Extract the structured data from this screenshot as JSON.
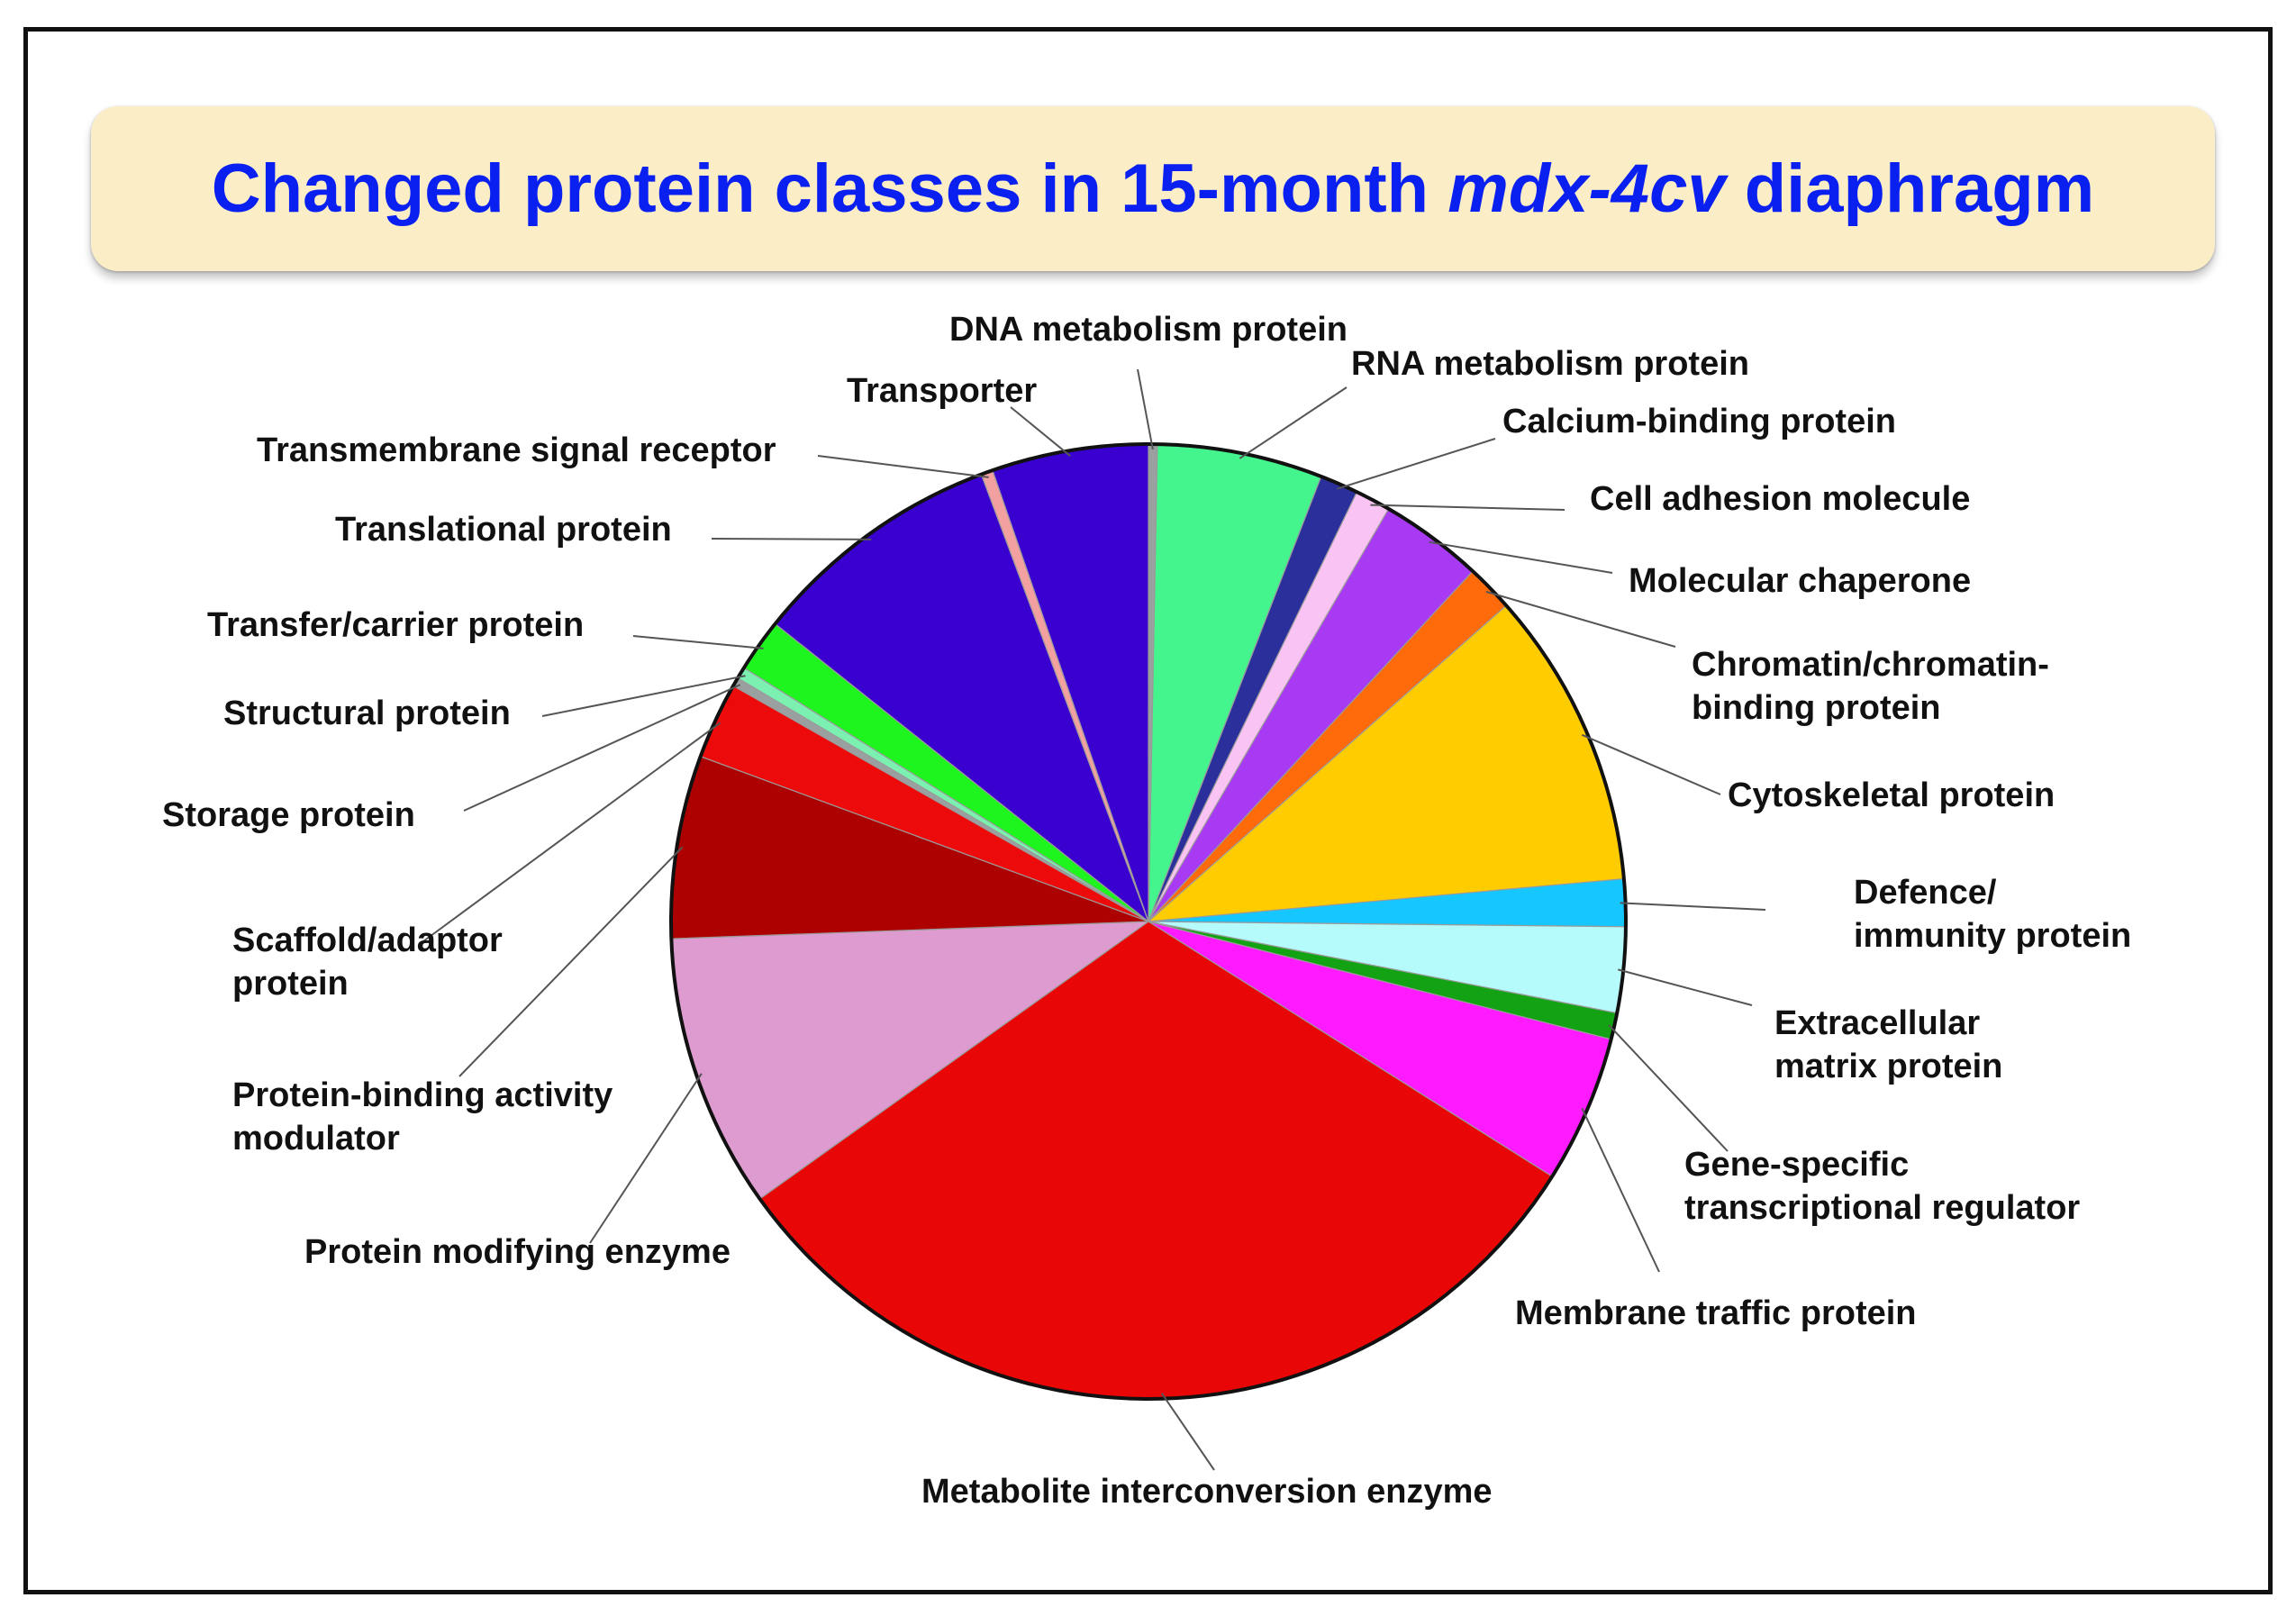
{
  "chart_data": {
    "type": "pie",
    "title_parts": [
      {
        "text": "Changed protein classes in 15-month ",
        "italic": false
      },
      {
        "text": "mdx-4cv",
        "italic": true
      },
      {
        "text": " diaphragm",
        "italic": false
      }
    ],
    "title": "Changed protein classes in 15-month mdx-4cv diaphragm",
    "slices": [
      {
        "label": "DNA metabolism protein",
        "value": 0.3,
        "color": "#9aa0a0"
      },
      {
        "label": "RNA metabolism protein",
        "value": 5.6,
        "color": "#44f58e"
      },
      {
        "label": "Calcium-binding protein",
        "value": 1.3,
        "color": "#2b2f9c"
      },
      {
        "label": "Cell adhesion molecule",
        "value": 1.2,
        "color": "#f9c4f3"
      },
      {
        "label": "Molecular chaperone",
        "value": 3.5,
        "color": "#a83af4"
      },
      {
        "label": "Chromatin/chromatin-binding protein",
        "value": 1.6,
        "color": "#ff6a0a"
      },
      {
        "label": "Cytoskeletal protein",
        "value": 10.1,
        "color": "#ffcc00"
      },
      {
        "label": "Defence/immunity protein",
        "value": 1.6,
        "color": "#15c6ff"
      },
      {
        "label": "Extracellular matrix protein",
        "value": 2.9,
        "color": "#b5fbfb"
      },
      {
        "label": "Gene-specific transcriptional regulator",
        "value": 0.9,
        "color": "#13a213"
      },
      {
        "label": "Membrane traffic protein",
        "value": 5.0,
        "color": "#ff1aff"
      },
      {
        "label": "Metabolite interconversion enzyme",
        "value": 31.2,
        "color": "#e80606"
      },
      {
        "label": "Protein modifying enzyme",
        "value": 9.3,
        "color": "#dd9bcf"
      },
      {
        "label": "Protein-binding activity modulator",
        "value": 6.2,
        "color": "#ad0000"
      },
      {
        "label": "Scaffold/adaptor protein",
        "value": 2.6,
        "color": "#ec0a0a"
      },
      {
        "label": "Storage protein",
        "value": 0.3,
        "color": "#9aa0a0"
      },
      {
        "label": "Structural protein",
        "value": 0.4,
        "color": "#7cf0b0"
      },
      {
        "label": "Transfer/carrier protein",
        "value": 1.8,
        "color": "#1ef51e"
      },
      {
        "label": "Translational protein",
        "value": 8.6,
        "color": "#3a00cf"
      },
      {
        "label": "Transmembrane signal receptor",
        "value": 0.4,
        "color": "#f2a0a0"
      },
      {
        "label": "Transporter",
        "value": 5.3,
        "color": "#3a00cf"
      }
    ],
    "start": "12 o'clock",
    "direction": "clockwise",
    "legend": "none (callout labels with leader lines)"
  }
}
